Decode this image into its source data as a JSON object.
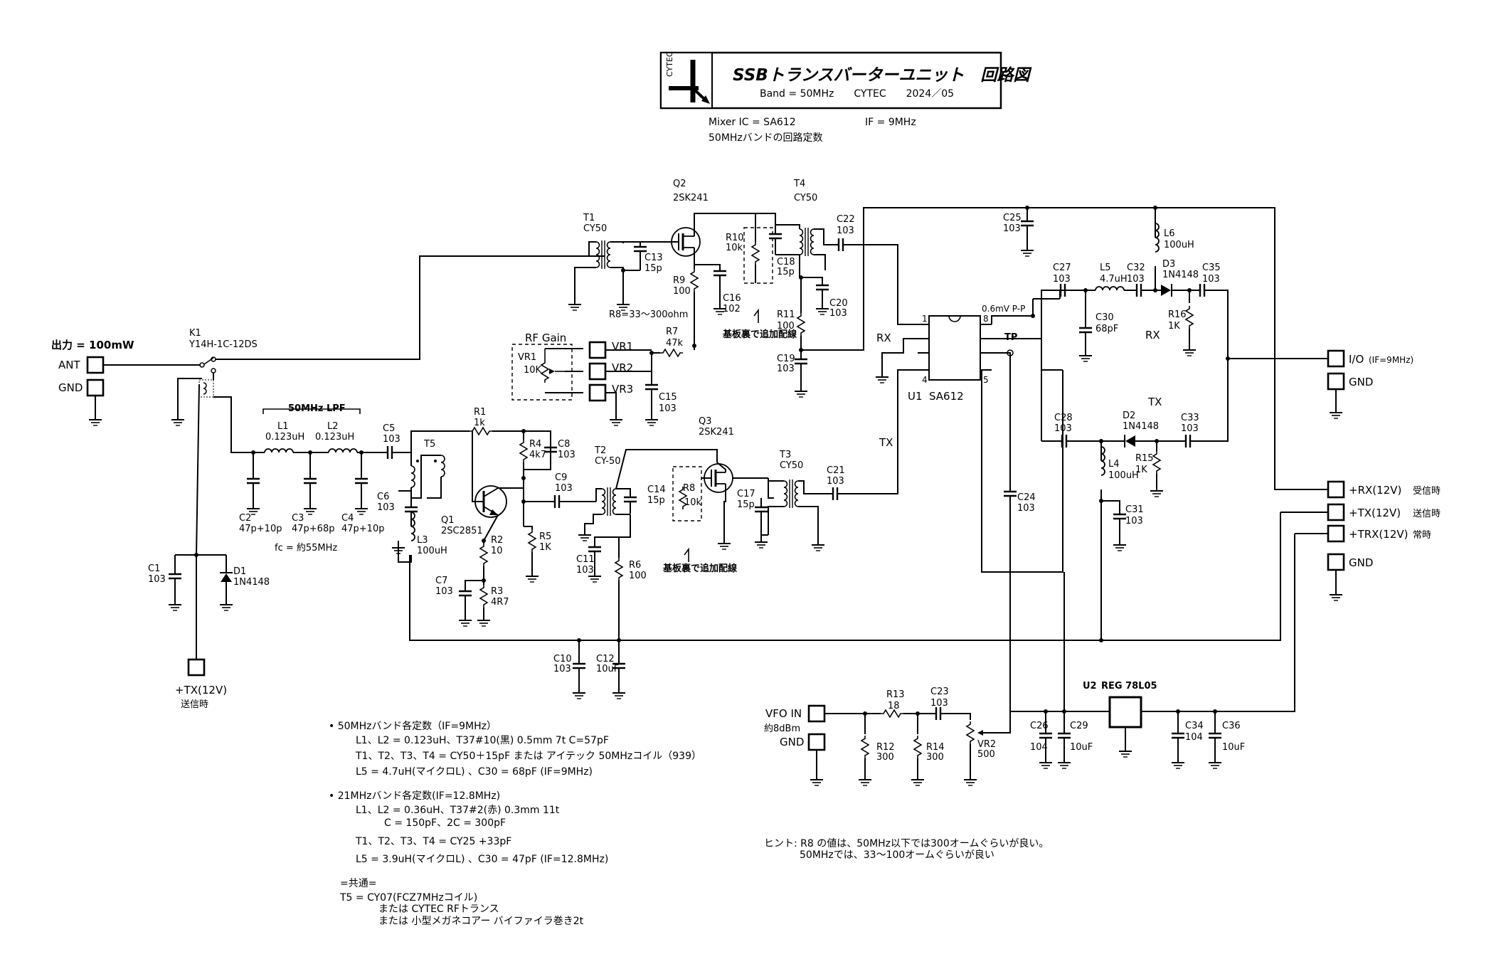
{
  "title_block": {
    "logo_text": "CYTEC",
    "title": "SSBトランスバーターユニット　回路図",
    "subtitle": "Band = 50MHz　　CYTEC　　2024／05",
    "mixer_ic": "Mixer IC = SA612",
    "if_freq": "IF = 9MHz",
    "const_note": "50MHzバンドの回路定数"
  },
  "ports": {
    "output_label": "出力 = 100mW",
    "ant": "ANT",
    "gnd": "GND",
    "tx_supply": "+TX(12V)",
    "tx_supply_note": "送信時",
    "io": "I/O",
    "io_note": "(IF=9MHz)",
    "rx12": "+RX(12V)",
    "rx12_note": "受信時",
    "tx12": "+TX(12V)",
    "tx12_note": "送信時",
    "trx12": "+TRX(12V)",
    "trx12_note": "常時",
    "gnd_right": "GND",
    "gnd_right2": "GND",
    "vfo_in": "VFO IN",
    "vfo_level": "約8dBm",
    "vfo_gnd": "GND"
  },
  "labels": {
    "k1": "K1",
    "k1_part": "Y14H-1C-12DS",
    "lpf": "50MHz LPF",
    "fc": "fc = 約55MHz",
    "rf_gain": "RF Gain",
    "vr1": "VR1",
    "vr2": "VR2",
    "vr3": "VR3",
    "rx_left": "RX",
    "tx_left": "TX",
    "rx_right": "RX",
    "tx_right": "TX",
    "tp": "TP",
    "level": "0.6mV P-P",
    "u1": "U1",
    "u1_part": "SA612",
    "u2": "U2",
    "u2_part": "REG 78L05",
    "r8_range": "R8=33～300ohm",
    "backside1": "基板裏で追加配線",
    "backside2": "基板裏で追加配線",
    "pin1": "1",
    "pin4": "4",
    "pin5": "5",
    "pin8": "8"
  },
  "parts": {
    "Q2": "Q2",
    "Q2v": "2SK241",
    "Q3": "Q3",
    "Q3v": "2SK241",
    "Q1": "Q1",
    "Q1v": "2SC2851",
    "T1": "T1",
    "T1v": "CY50",
    "T2": "T2",
    "T2v": "CY-50",
    "T3": "T3",
    "T3v": "CY50",
    "T4": "T4",
    "T4v": "CY50",
    "T5": "T5",
    "L1": "L1",
    "L1v": "0.123uH",
    "L2": "L2",
    "L2v": "0.123uH",
    "L3": "L3",
    "L3v": "100uH",
    "L4": "L4",
    "L4v": "100uH",
    "L5": "L5",
    "L5v": "4.7uH",
    "L6": "L6",
    "L6v": "100uH",
    "D1": "D1",
    "D1v": "1N4148",
    "D2": "D2",
    "D2v": "1N4148",
    "D3": "D3",
    "D3v": "1N4148",
    "R1": "R1",
    "R1v": "1k",
    "R2": "R2",
    "R2v": "10",
    "R3": "R3",
    "R3v": "4R7",
    "R4": "R4",
    "R4v": "4k7",
    "R5": "R5",
    "R5v": "1K",
    "R6": "R6",
    "R6v": "100",
    "R7": "R7",
    "R7v": "47k",
    "R8": "R8",
    "R8v": "10k",
    "R9": "R9",
    "R9v": "100",
    "R10": "R10",
    "R10v": "10k",
    "R11": "R11",
    "R11v": "100",
    "R12": "R12",
    "R12v": "300",
    "R13": "R13",
    "R13v": "18",
    "R14": "R14",
    "R14v": "300",
    "R15": "R15",
    "R15v": "1K",
    "R16": "R16",
    "R16v": "1K",
    "VR1v": "10K",
    "VR2v": "500",
    "C1": "C1",
    "C1v": "103",
    "C2": "C2",
    "C2v": "47p+10p",
    "C3": "C3",
    "C3v": "47p+68p",
    "C4": "C4",
    "C4v": "47p+10p",
    "C5": "C5",
    "C5v": "103",
    "C6": "C6",
    "C6v": "103",
    "C7": "C7",
    "C7v": "103",
    "C8": "C8",
    "C8v": "103",
    "C9": "C9",
    "C9v": "103",
    "C10": "C10",
    "C10v": "103",
    "C11": "C11",
    "C11v": "103",
    "C12": "C12",
    "C12v": "10uF",
    "C13": "C13",
    "C13v": "15p",
    "C14": "C14",
    "C14v": "15p",
    "C15": "C15",
    "C15v": "103",
    "C16": "C16",
    "C16v": "102",
    "C17": "C17",
    "C17v": "15p",
    "C18": "C18",
    "C18v": "15p",
    "C19": "C19",
    "C19v": "103",
    "C20": "C20",
    "C20v": "103",
    "C21": "C21",
    "C21v": "103",
    "C22": "C22",
    "C22v": "103",
    "C23": "C23",
    "C23v": "103",
    "C24": "C24",
    "C24v": "103",
    "C25": "C25",
    "C25v": "103",
    "C26": "C26",
    "C26v": "104",
    "C27": "C27",
    "C27v": "103",
    "C28": "C28",
    "C28v": "103",
    "C29": "C29",
    "C29v": "10uF",
    "C30": "C30",
    "C30v": "68pF",
    "C31": "C31",
    "C31v": "103",
    "C32": "C32",
    "C32v": "103",
    "C33": "C33",
    "C33v": "103",
    "C34": "C34",
    "C34v": "104",
    "C35": "C35",
    "C35v": "103",
    "C36": "C36",
    "C36v": "10uF"
  },
  "notes": {
    "n50_head": "• 50MHzバンド各定数（IF=9MHz）",
    "n50_1": "L1、L2 = 0.123uH、T37#10(黒) 0.5mm 7t C=57pF",
    "n50_2": "T1、T2、T3、T4 = CY50＋15pF または アイテック 50MHzコイル（939）",
    "n50_3": "L5 = 4.7uH(マイクロL) 、C30 = 68pF (IF=9MHz)",
    "n21_head": "• 21MHzバンド各定数(IF=12.8MHz)",
    "n21_1": "L1、L2 = 0.36uH、T37#2(赤) 0.3mm 11t",
    "n21_2": "C = 150pF、2C = 300pF",
    "n21_3": "T1、T2、T3、T4 = CY25 +33pF",
    "n21_4": "L5 = 3.9uH(マイクロL) 、C30 = 47pF (IF=12.8MHz)",
    "common_head": "=共通=",
    "common_1": "T5 = CY07(FCZ7MHzコイル)",
    "common_2": "または CYTEC RFトランス",
    "common_3": "または 小型メガネコアー バイファイラ巻き2t",
    "hint_1": "ヒント: R8 の値は、50MHz以下では300オームぐらいが良い。",
    "hint_2": "50MHzでは、33～100オームぐらいが良い"
  }
}
